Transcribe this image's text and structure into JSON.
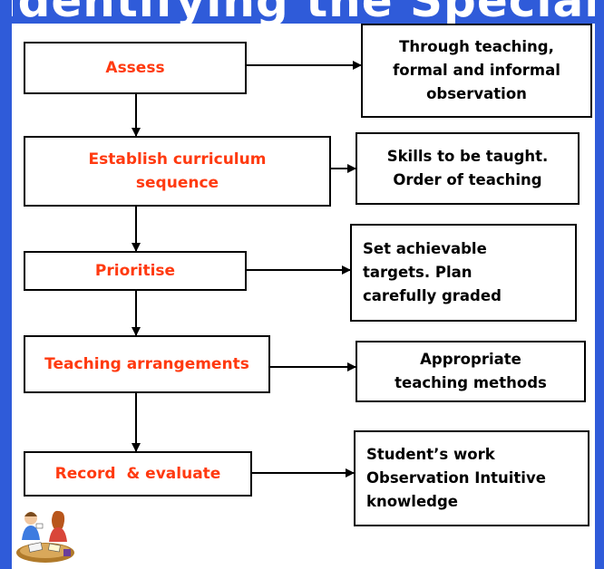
{
  "title": "Identifying the Special Learning Needs",
  "steps": [
    "Assess",
    "Establish curriculum sequence",
    "Prioritise",
    "Teaching arrangements",
    "Record  & evaluate"
  ],
  "notes": [
    "Through teaching, formal and informal observation",
    "Skills to be taught. Order of teaching",
    "Set achievable targets. Plan carefully graded",
    "Appropriate teaching methods",
    "Student’s work Observation Intuitive knowledge"
  ],
  "colors": {
    "frame": "#2f5bd9",
    "step_text": "#ff3a10",
    "note_text": "#000000"
  },
  "icons": [
    "students-clipart"
  ]
}
